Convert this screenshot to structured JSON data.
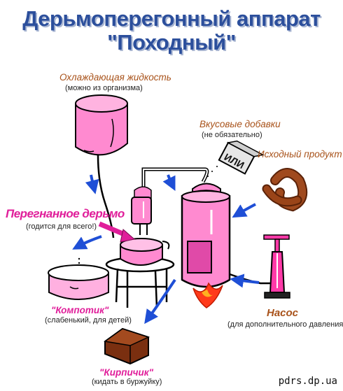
{
  "title": {
    "line1": "Дерьмоперегонный аппарат",
    "line2": "\"Походный\""
  },
  "labels": {
    "coolant": {
      "name": "Охлаждающая жидкость",
      "note": "(можно из организма)"
    },
    "flavor": {
      "name": "Вкусовые добавки",
      "note": "(не обязательно)"
    },
    "product": {
      "name": "Исходный продукт"
    },
    "distilled": {
      "name": "Перегнанное дерьмо",
      "note": "(годится для всего!)"
    },
    "compote": {
      "name": "\"Компотик\"",
      "note": "(слабенький, для детей)"
    },
    "pump": {
      "name": "Насос",
      "note": "(для дополнительного давления)"
    },
    "brick": {
      "name": "\"Кирпичик\"",
      "note": "(кидать в буржуйку)"
    }
  },
  "package_text": "ИЛИ",
  "watermark": "pdrs.dp.ua",
  "colors": {
    "pink": "#ff8ad0",
    "pink_dark": "#e055b0",
    "magenta": "#e01e9a",
    "arrow_blue": "#1f4fd6",
    "brown": "#8a3a12",
    "label_brown": "#a8521a",
    "title_blue": "#2c4f9c"
  }
}
